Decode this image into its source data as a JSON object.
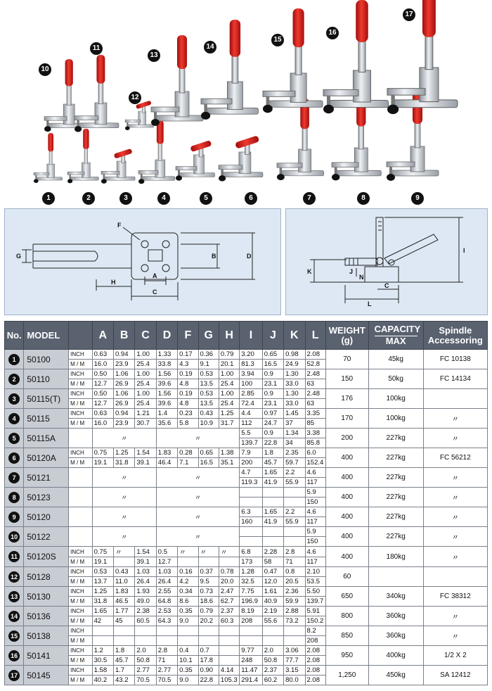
{
  "photo_labels": [
    "1",
    "2",
    "3",
    "4",
    "5",
    "6",
    "7",
    "8",
    "9",
    "10",
    "11",
    "12",
    "13",
    "14",
    "15",
    "16",
    "17"
  ],
  "drawing_left_labels": {
    "F": "F",
    "G": "G",
    "H": "H",
    "A": "A",
    "B": "B",
    "C": "C",
    "D": "D"
  },
  "drawing_right_labels": {
    "K": "K",
    "J": "J",
    "N": "N",
    "C": "C",
    "L": "L",
    "I": "I"
  },
  "colors": {
    "header_bg": "#5a6270",
    "model_bg": "#c8ccd3",
    "handle_red": "#d42020",
    "panel_bg": "#dde8f4"
  },
  "table": {
    "headers": {
      "no": "No.",
      "model": "MODEL",
      "letters": [
        "A",
        "B",
        "C",
        "D",
        "F",
        "G",
        "H",
        "I",
        "J",
        "K",
        "L"
      ],
      "weight_1": "WEIGHT",
      "weight_2": "(g)",
      "capacity_1": "CAPACITY",
      "capacity_2": "MAX",
      "spindle_1": "Spindle",
      "spindle_2": "Accessoring"
    },
    "rows": [
      {
        "no": "1",
        "model": "50100",
        "weight": "70",
        "capacity": "45kg",
        "spindle": "FC 10138",
        "sub": [
          {
            "unit": "INCH",
            "vals": [
              "0.63",
              "0.94",
              "1.00",
              "1.33",
              "0.17",
              "0.36",
              "0.79",
              "3.20",
              "0.65",
              "0.98",
              "2.08"
            ]
          },
          {
            "unit": "M / M",
            "vals": [
              "16.0",
              "23.9",
              "25.4",
              "33.8",
              "4.3",
              "9.1",
              "20.1",
              "81.3",
              "16.5",
              "24.9",
              "52.8"
            ]
          }
        ]
      },
      {
        "no": "2",
        "model": "50110",
        "weight": "150",
        "capacity": "50kg",
        "spindle": "FC 14134",
        "sub": [
          {
            "unit": "INCH",
            "vals": [
              "0.50",
              "1.06",
              "1.00",
              "1.56",
              "0.19",
              "0.53",
              "1.00",
              "3.94",
              "0.9",
              "1.30",
              "2.48"
            ]
          },
          {
            "unit": "M / M",
            "vals": [
              "12.7",
              "26.9",
              "25.4",
              "39.6",
              "4.8",
              "13.5",
              "25.4",
              "100",
              "23.1",
              "33.0",
              "63"
            ]
          }
        ]
      },
      {
        "no": "3",
        "model": "50115(T)",
        "weight": "176",
        "capacity": "100kg",
        "spindle": "",
        "sub": [
          {
            "unit": "INCH",
            "vals": [
              "0.50",
              "1.06",
              "1.00",
              "1.56",
              "0.19",
              "0.53",
              "1.00",
              "2.85",
              "0.9",
              "1.30",
              "2.48"
            ]
          },
          {
            "unit": "M / M",
            "vals": [
              "12.7",
              "26.9",
              "25.4",
              "39.6",
              "4.8",
              "13.5",
              "25.4",
              "72.4",
              "23.1",
              "33.0",
              "63"
            ]
          }
        ]
      },
      {
        "no": "4",
        "model": "50115",
        "weight": "170",
        "capacity": "100kg",
        "spindle": "〃",
        "sub": [
          {
            "unit": "INCH",
            "vals": [
              "0.63",
              "0.94",
              "1.21",
              "1.4",
              "0.23",
              "0.43",
              "1.25",
              "4.4",
              "0.97",
              "1.45",
              "3.35"
            ]
          },
          {
            "unit": "M / M",
            "vals": [
              "16.0",
              "23.9",
              "30.7",
              "35.6",
              "5.8",
              "10.9",
              "31.7",
              "112",
              "24.7",
              "37",
              "85"
            ]
          }
        ]
      },
      {
        "no": "5",
        "model": "50115A",
        "weight": "200",
        "capacity": "227kg",
        "spindle": "〃",
        "ditto": "〃",
        "sub": [
          {
            "unit": "",
            "vals": [
              "",
              "",
              "",
              "",
              "",
              "",
              "",
              "5.5",
              "0.9",
              "1.34",
              "3.38"
            ]
          },
          {
            "unit": "",
            "vals": [
              "",
              "",
              "",
              "",
              "",
              "",
              "",
              "139.7",
              "22.8",
              "34",
              "85.8"
            ]
          }
        ]
      },
      {
        "no": "6",
        "model": "50120A",
        "weight": "400",
        "capacity": "227kg",
        "spindle": "FC 56212",
        "sub": [
          {
            "unit": "INCH",
            "vals": [
              "0.75",
              "1.25",
              "1.54",
              "1.83",
              "0.28",
              "0.65",
              "1.38",
              "7.9",
              "1.8",
              "2.35",
              "6.0"
            ]
          },
          {
            "unit": "M / M",
            "vals": [
              "19.1",
              "31.8",
              "39.1",
              "46.4",
              "7.1",
              "16.5",
              "35.1",
              "200",
              "45.7",
              "59.7",
              "152.4"
            ]
          }
        ]
      },
      {
        "no": "7",
        "model": "50121",
        "weight": "400",
        "capacity": "227kg",
        "spindle": "〃",
        "ditto": "〃",
        "sub": [
          {
            "unit": "",
            "vals": [
              "",
              "",
              "",
              "",
              "",
              "",
              "",
              "4.7",
              "1.65",
              "2.2",
              "4.6"
            ]
          },
          {
            "unit": "",
            "vals": [
              "",
              "",
              "",
              "",
              "",
              "",
              "",
              "119.3",
              "41.9",
              "55.9",
              "117"
            ]
          }
        ]
      },
      {
        "no": "8",
        "model": "50123",
        "weight": "400",
        "capacity": "227kg",
        "spindle": "〃",
        "ditto": "〃",
        "sub": [
          {
            "unit": "",
            "vals": [
              "",
              "",
              "",
              "",
              "",
              "",
              "",
              "",
              "",
              "",
              "5.9"
            ]
          },
          {
            "unit": "",
            "vals": [
              "",
              "",
              "",
              "",
              "",
              "",
              "",
              "",
              "",
              "",
              "150"
            ]
          }
        ]
      },
      {
        "no": "9",
        "model": "50120",
        "weight": "400",
        "capacity": "227kg",
        "spindle": "〃",
        "ditto": "〃",
        "sub": [
          {
            "unit": "",
            "vals": [
              "",
              "",
              "",
              "",
              "",
              "",
              "",
              "6.3",
              "1.65",
              "2.2",
              "4.6"
            ]
          },
          {
            "unit": "",
            "vals": [
              "",
              "",
              "",
              "",
              "",
              "",
              "",
              "160",
              "41.9",
              "55.9",
              "117"
            ]
          }
        ]
      },
      {
        "no": "10",
        "model": "50122",
        "weight": "400",
        "capacity": "227kg",
        "spindle": "〃",
        "ditto": "〃",
        "sub": [
          {
            "unit": "",
            "vals": [
              "",
              "",
              "",
              "",
              "",
              "",
              "",
              "",
              "",
              "",
              "5.9"
            ]
          },
          {
            "unit": "",
            "vals": [
              "",
              "",
              "",
              "",
              "",
              "",
              "",
              "",
              "",
              "",
              "150"
            ]
          }
        ]
      },
      {
        "no": "11",
        "model": "50120S",
        "weight": "400",
        "capacity": "180kg",
        "spindle": "〃",
        "sub": [
          {
            "unit": "INCH",
            "vals": [
              "0.75",
              "〃",
              "1.54",
              "0.5",
              "〃",
              "〃",
              "〃",
              "6.8",
              "2.28",
              "2.8",
              "4.6"
            ]
          },
          {
            "unit": "M / M",
            "vals": [
              "19.1",
              "",
              "39.1",
              "12.7",
              "",
              "",
              "",
              "173",
              "58",
              "71",
              "117"
            ]
          }
        ]
      },
      {
        "no": "12",
        "model": "50128",
        "weight": "60",
        "capacity": "",
        "spindle": "",
        "sub": [
          {
            "unit": "INCH",
            "vals": [
              "0.53",
              "0.43",
              "1.03",
              "1.03",
              "0.16",
              "0.37",
              "0.78",
              "1.28",
              "0.47",
              "0.8",
              "2.10"
            ]
          },
          {
            "unit": "M / M",
            "vals": [
              "13.7",
              "11.0",
              "26.4",
              "26.4",
              "4.2",
              "9.5",
              "20.0",
              "32.5",
              "12.0",
              "20.5",
              "53.5"
            ]
          }
        ]
      },
      {
        "no": "13",
        "model": "50130",
        "weight": "650",
        "capacity": "340kg",
        "spindle": "FC 38312",
        "sub": [
          {
            "unit": "INCH",
            "vals": [
              "1.25",
              "1.83",
              "1.93",
              "2.55",
              "0.34",
              "0.73",
              "2.47",
              "7.75",
              "1.61",
              "2.36",
              "5.50"
            ]
          },
          {
            "unit": "M / M",
            "vals": [
              "31.8",
              "46.5",
              "49.0",
              "64.8",
              "8.6",
              "18.6",
              "62.7",
              "196.9",
              "40.9",
              "59.9",
              "139.7"
            ]
          }
        ]
      },
      {
        "no": "14",
        "model": "50136",
        "weight": "800",
        "capacity": "360kg",
        "spindle": "〃",
        "sub": [
          {
            "unit": "INCH",
            "vals": [
              "1.65",
              "1.77",
              "2.38",
              "2.53",
              "0.35",
              "0.79",
              "2.37",
              "8.19",
              "2.19",
              "2.88",
              "5.91"
            ]
          },
          {
            "unit": "M / M",
            "vals": [
              "42",
              "45",
              "60.5",
              "64.3",
              "9.0",
              "20.2",
              "60.3",
              "208",
              "55.6",
              "73.2",
              "150.2"
            ]
          }
        ]
      },
      {
        "no": "15",
        "model": "50138",
        "weight": "850",
        "capacity": "360kg",
        "spindle": "〃",
        "sub": [
          {
            "unit": "INCH",
            "vals": [
              "",
              "",
              "",
              "",
              "",
              "",
              "",
              "",
              "",
              "",
              "8.2"
            ]
          },
          {
            "unit": "M / M",
            "vals": [
              "",
              "",
              "",
              "",
              "",
              "",
              "",
              "",
              "",
              "",
              "208"
            ]
          }
        ]
      },
      {
        "no": "16",
        "model": "50141",
        "weight": "950",
        "capacity": "400kg",
        "spindle": "1/2 X 2",
        "sub": [
          {
            "unit": "INCH",
            "vals": [
              "1.2",
              "1.8",
              "2.0",
              "2.8",
              "0.4",
              "0.7",
              "",
              "9.77",
              "2.0",
              "3.06",
              "2.08"
            ]
          },
          {
            "unit": "M / M",
            "vals": [
              "30.5",
              "45.7",
              "50.8",
              "71",
              "10.1",
              "17.8",
              "",
              "248",
              "50.8",
              "77.7",
              "2.08"
            ]
          }
        ]
      },
      {
        "no": "17",
        "model": "50145",
        "weight": "1,250",
        "capacity": "450kg",
        "spindle": "SA 12412",
        "sub": [
          {
            "unit": "INCH",
            "vals": [
              "1.58",
              "1.7",
              "2.77",
              "2.77",
              "0.35",
              "0.90",
              "4.14",
              "11.47",
              "2.37",
              "3.15",
              "2.08"
            ]
          },
          {
            "unit": "M / M",
            "vals": [
              "40.2",
              "43.2",
              "70.5",
              "70.5",
              "9.0",
              "22.8",
              "105.3",
              "291.4",
              "60.2",
              "80.0",
              "2.08"
            ]
          }
        ]
      }
    ]
  }
}
